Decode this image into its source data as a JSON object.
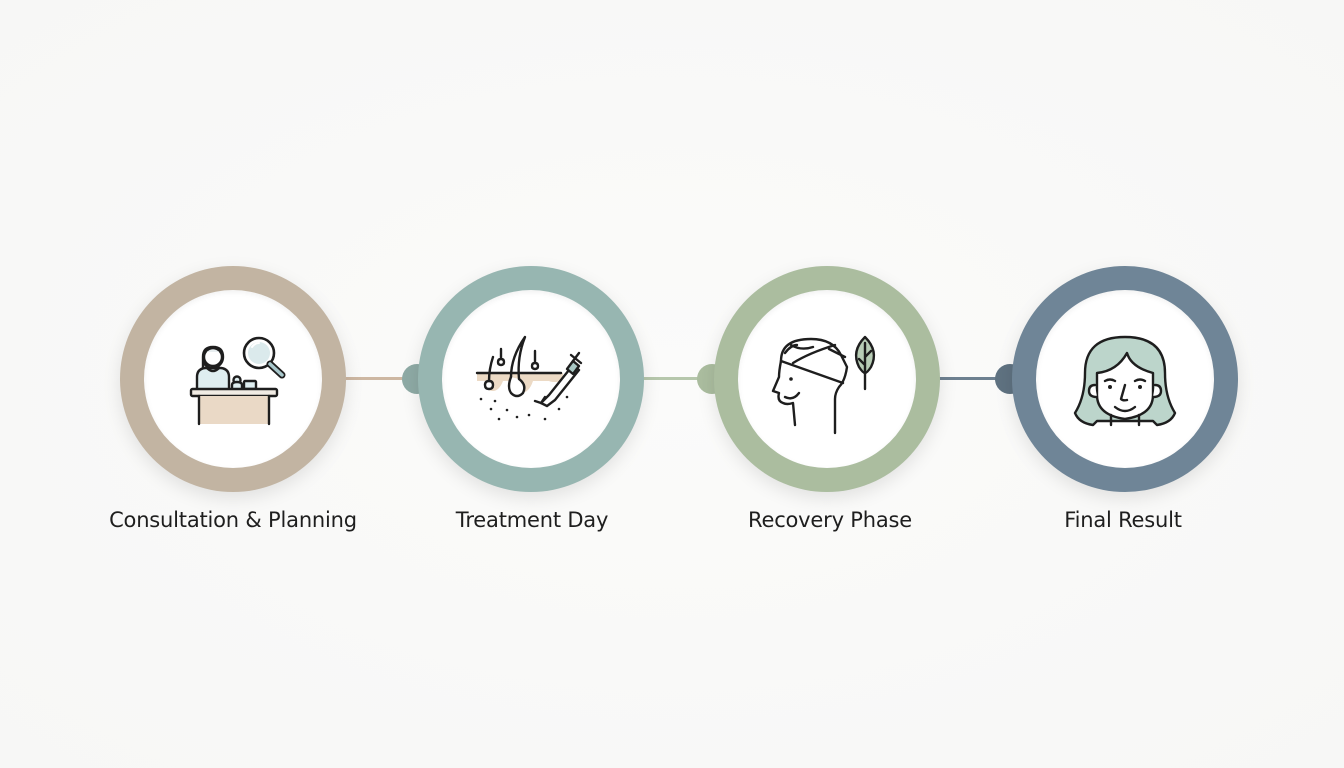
{
  "diagram": {
    "type": "process-timeline",
    "steps": [
      {
        "label": "Consultation & Planning",
        "icon": "consultation-desk-magnifier-icon",
        "ring_color": "#c2b4a2"
      },
      {
        "label": "Treatment Day",
        "icon": "hair-follicle-implant-tool-icon",
        "ring_color": "#97b6b1"
      },
      {
        "label": "Recovery Phase",
        "icon": "bandaged-head-leaf-icon",
        "ring_color": "#abbd9f"
      },
      {
        "label": "Final Result",
        "icon": "smiling-woman-face-icon",
        "ring_color": "#6f8597"
      }
    ],
    "connectors": [
      {
        "from": 0,
        "to": 1,
        "line_color": "#cdb7a2",
        "dot_color": "#8eaaa5"
      },
      {
        "from": 1,
        "to": 2,
        "line_color": "#b6c7ac",
        "dot_color": "#abbd9f"
      },
      {
        "from": 2,
        "to": 3,
        "line_color": "#6d8090",
        "dot_color": "#5f7281"
      }
    ]
  }
}
